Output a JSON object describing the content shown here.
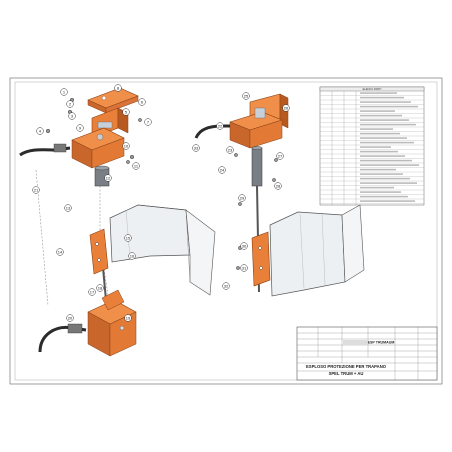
{
  "parts_list": {
    "title": "ELENCO PARTI"
  },
  "title_block": {
    "drawing_number": "ESP TRUMAUM",
    "title_line1": "ESPLOSO PROTEZIONE PER TRAPANO",
    "title_line2": "SPEL TRUM + AU"
  },
  "callouts": [
    "1",
    "2",
    "3",
    "4",
    "5",
    "6",
    "7",
    "8",
    "9",
    "10",
    "11",
    "12",
    "13",
    "14",
    "15",
    "16",
    "17",
    "18",
    "19",
    "20",
    "21",
    "22",
    "23",
    "24",
    "25",
    "26",
    "27",
    "28",
    "29",
    "30",
    "31",
    "32",
    "33"
  ],
  "colors": {
    "part_orange": "#e8803a",
    "part_dark": "#b85a20",
    "shield": "#e9ecef",
    "cable": "#2b2b2b",
    "frame": "#555555"
  },
  "icons": [
    "drill-guard-assembly-left",
    "drill-guard-assembly-right"
  ]
}
